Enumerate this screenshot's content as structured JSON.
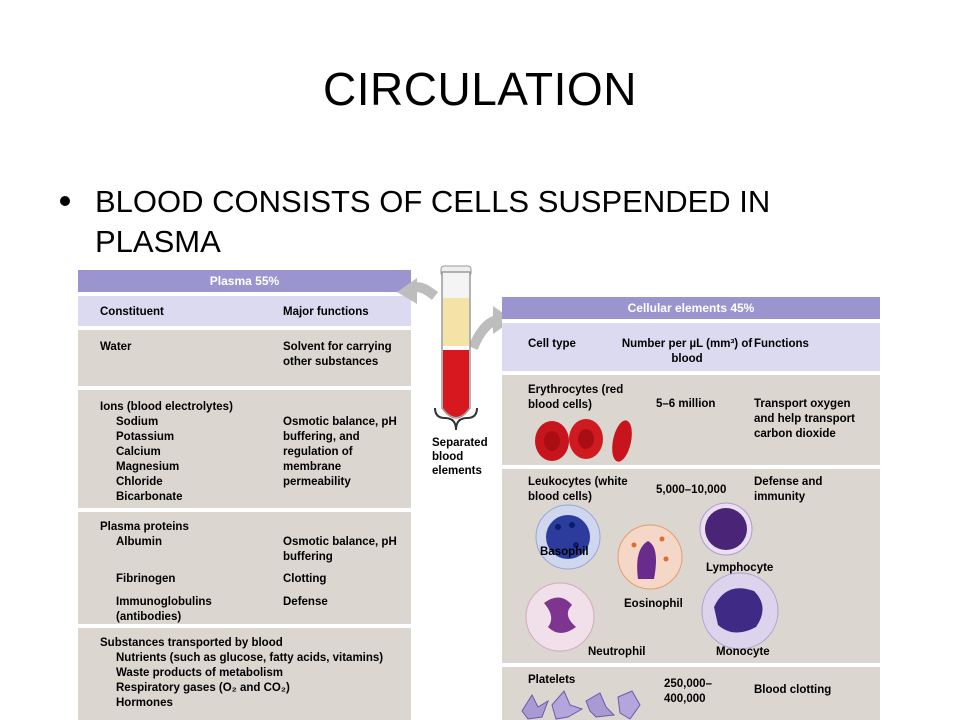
{
  "slide": {
    "title": "CIRCULATION",
    "bullet": "BLOOD CONSISTS OF CELLS SUSPENDED IN PLASMA"
  },
  "plasma": {
    "header": "Plasma 55%",
    "col_constituent": "Constituent",
    "col_functions": "Major functions",
    "water": {
      "name": "Water",
      "function": "Solvent for carrying other substances"
    },
    "ions": {
      "heading": "Ions (blood electrolytes)",
      "items": [
        "Sodium",
        "Potassium",
        "Calcium",
        "Magnesium",
        "Chloride",
        "Bicarbonate"
      ],
      "function": "Osmotic balance, pH buffering, and regulation of membrane permeability"
    },
    "proteins": {
      "heading": "Plasma proteins",
      "albumin": "Albumin",
      "albumin_fn": "Osmotic balance, pH buffering",
      "fibrinogen": "Fibrinogen",
      "fibrinogen_fn": "Clotting",
      "immuno": "Immunoglobulins (antibodies)",
      "immuno_fn": "Defense"
    },
    "transported": {
      "heading": "Substances transported by blood",
      "items": [
        "Nutrients (such as glucose, fatty acids, vitamins)",
        "Waste products of metabolism",
        "Respiratory gases (O₂ and CO₂)",
        "Hormones"
      ]
    }
  },
  "tube": {
    "label": "Separated blood elements"
  },
  "cellular": {
    "header": "Cellular elements 45%",
    "col_type": "Cell type",
    "col_number": "Number per µL (mm³) of blood",
    "col_functions": "Functions",
    "erythrocytes": {
      "name": "Erythrocytes (red blood cells)",
      "number": "5–6 million",
      "function": "Transport oxygen and help transport carbon dioxide"
    },
    "leukocytes": {
      "name": "Leukocytes (white blood cells)",
      "number": "5,000–10,000",
      "function": "Defense and immunity",
      "basophil": "Basophil",
      "lymphocyte": "Lymphocyte",
      "eosinophil": "Eosinophil",
      "neutrophil": "Neutrophil",
      "monocyte": "Monocyte"
    },
    "platelets": {
      "name": "Platelets",
      "number": "250,000–400,000",
      "function": "Blood clotting"
    }
  },
  "colors": {
    "header": "#9a95cf",
    "subheader": "#dcdaf0",
    "row": "#dbd6d0",
    "blood": "#d7191f",
    "plasma": "#f3e3a6"
  }
}
